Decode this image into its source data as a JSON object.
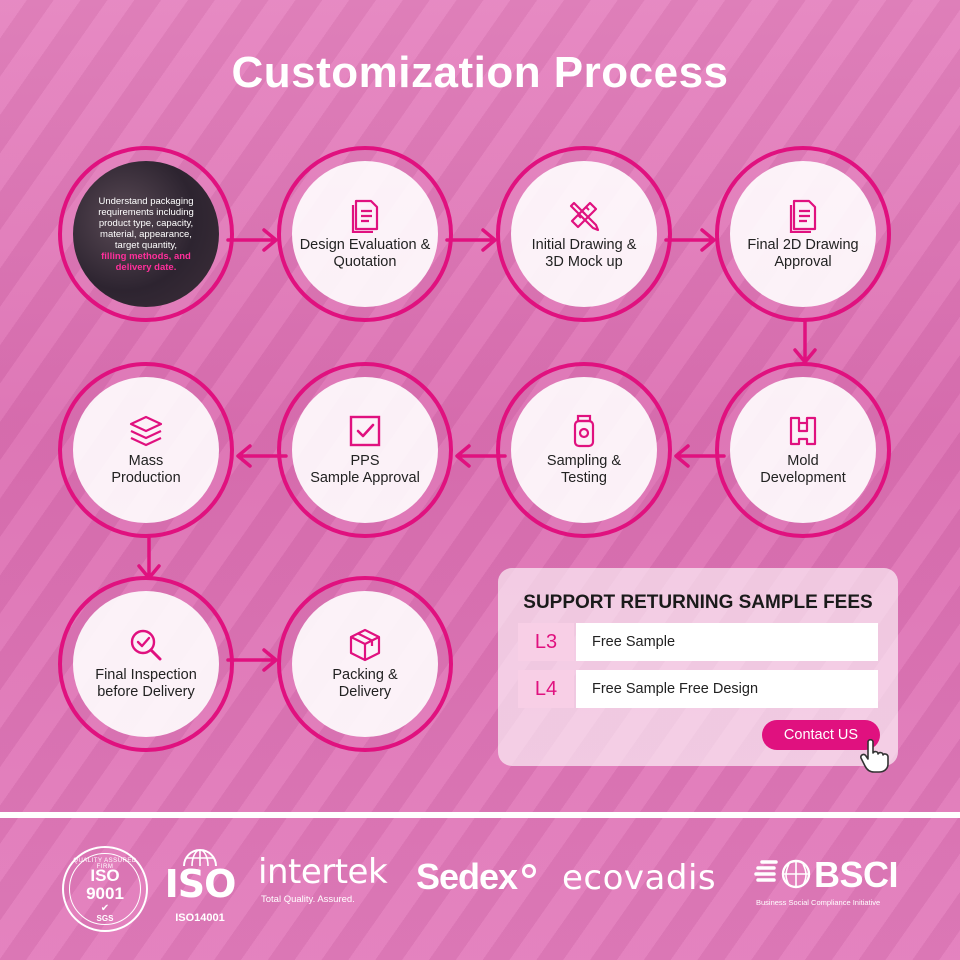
{
  "title": "Customization Process",
  "steps": [
    {
      "label": "Understand packaging requirements including product type, capacity, material, appearance, target quantity,",
      "highlight": "filling methods, and delivery date."
    },
    {
      "label": "Design Evaluation &\nQuotation",
      "icon": "document-icon"
    },
    {
      "label": "Initial Drawing &\n3D Mock up",
      "icon": "pencil-ruler-icon"
    },
    {
      "label": "Final 2D Drawing\nApproval",
      "icon": "document-icon"
    },
    {
      "label": "Mold\nDevelopment",
      "icon": "mold-icon"
    },
    {
      "label": "Sampling &\nTesting",
      "icon": "jar-icon"
    },
    {
      "label": "PPS\nSample Approval",
      "icon": "checkbox-icon"
    },
    {
      "label": "Mass\nProduction",
      "icon": "layers-icon"
    },
    {
      "label": "Final Inspection\nbefore Delivery",
      "icon": "magnifier-check-icon"
    },
    {
      "label": "Packing &\nDelivery",
      "icon": "box-icon"
    }
  ],
  "sample_panel": {
    "title": "SUPPORT RETURNING SAMPLE FEES",
    "rows": [
      {
        "level": "L3",
        "text": "Free Sample"
      },
      {
        "level": "L4",
        "text": "Free Sample Free Design"
      }
    ],
    "contact_label": "Contact US"
  },
  "certifications": {
    "iso9001_top": "QUALITY ASSURED FIRM",
    "iso9001_mid": "ISO",
    "iso9001_num": "9001",
    "iso9001_sgs": "SGS",
    "iso14001_big": "ISO",
    "iso14001_sub": "ISO14001",
    "intertek": "intertek",
    "intertek_tag": "Total Quality. Assured.",
    "sedex": "Sedex",
    "ecovadis": "ecovadis",
    "bsci": "BSCI",
    "bsci_tag": "Business Social Compliance Initiative"
  },
  "colors": {
    "accent": "#e0117f",
    "background": "#e173b8"
  }
}
